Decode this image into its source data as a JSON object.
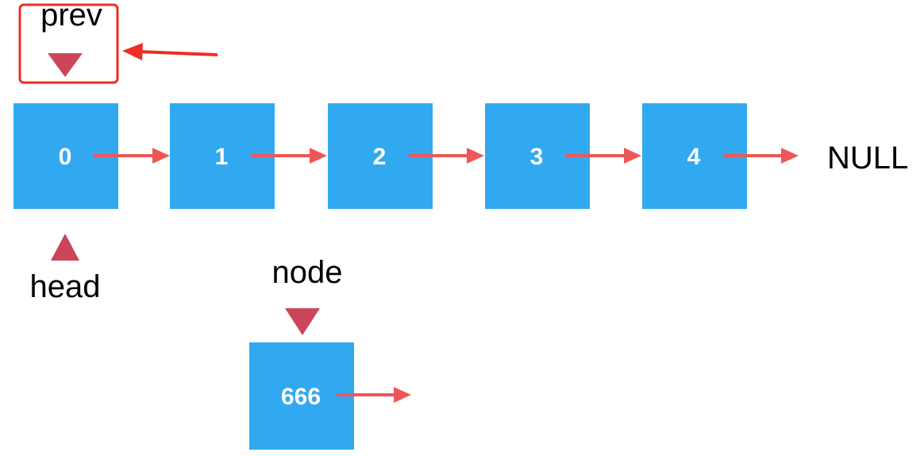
{
  "list_nodes": [
    {
      "label": "0"
    },
    {
      "label": "1"
    },
    {
      "label": "2"
    },
    {
      "label": "3"
    },
    {
      "label": "4"
    }
  ],
  "null_label": "NULL",
  "new_node": {
    "label": "666"
  },
  "pointers": {
    "prev": "prev",
    "head": "head",
    "node": "node"
  },
  "colors": {
    "node_fill": "#31a9f0",
    "link_arrow": "#ee5757",
    "pointer_marker": "#cc4558",
    "highlight": "#ee2c22"
  }
}
